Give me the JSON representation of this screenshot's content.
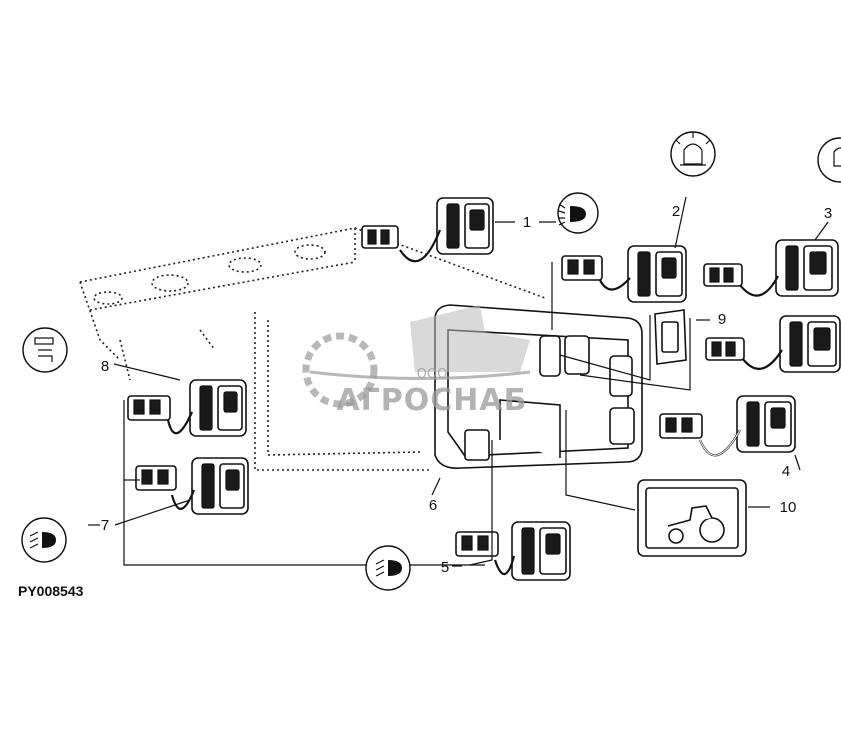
{
  "figure_id": "PY008543",
  "watermark": {
    "line1": "ООО",
    "line2": "АГРОСНАБ"
  },
  "callouts": [
    {
      "number": "1",
      "symbol": "work-light-icon"
    },
    {
      "number": "2",
      "symbol": "beacon-icon"
    },
    {
      "number": "3",
      "symbol": "light-icon"
    },
    {
      "number": "4",
      "symbol": ""
    },
    {
      "number": "5",
      "symbol": "headlight-icon"
    },
    {
      "number": "6",
      "symbol": ""
    },
    {
      "number": "7",
      "symbol": "headlight-icon"
    },
    {
      "number": "8",
      "symbol": "transmission-icon"
    },
    {
      "number": "9",
      "symbol": ""
    },
    {
      "number": "10",
      "symbol": "tractor-decal"
    }
  ]
}
